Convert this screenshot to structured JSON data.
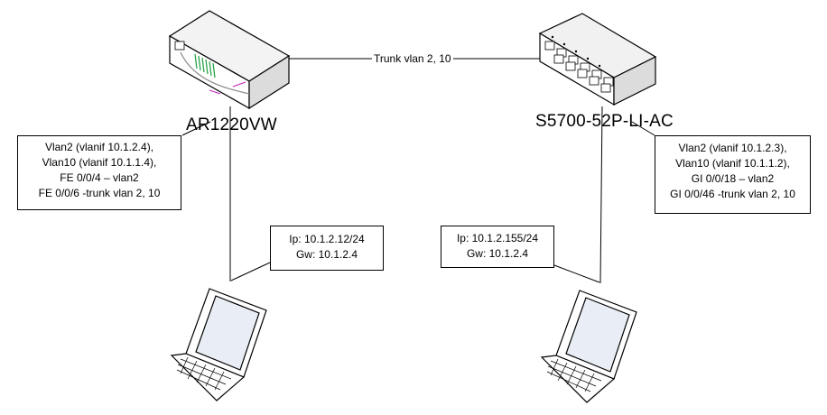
{
  "devices": {
    "router": {
      "name": "AR1220VW",
      "icon": "router-icon"
    },
    "switch": {
      "name": "S5700-52P-LI-AC",
      "icon": "switch-icon"
    },
    "laptop_left": {
      "icon": "laptop-icon"
    },
    "laptop_right": {
      "icon": "laptop-icon"
    }
  },
  "links": {
    "trunk": {
      "label": "Trunk vlan 2, 10"
    }
  },
  "notes": {
    "router_config": [
      "Vlan2 (vlanif 10.1.2.4),",
      "Vlan10 (vlanif 10.1.1.4),",
      "FE 0/0/4 – vlan2",
      "FE 0/0/6 -trunk vlan 2, 10"
    ],
    "switch_config": [
      "Vlan2 (vlanif 10.1.2.3),",
      "Vlan10 (vlanif 10.1.1.2),",
      "GI 0/0/18 – vlan2",
      "GI 0/0/46 -trunk vlan 2, 10"
    ],
    "left_pc": [
      "Ip: 10.1.2.12/24",
      "Gw: 10.1.2.4"
    ],
    "right_pc": [
      "Ip: 10.1.2.155/24",
      "Gw: 10.1.2.4"
    ]
  },
  "colors": {
    "line": "#000000",
    "screen": "#e9eef6",
    "port_green": "#20a040",
    "accent_magenta": "#c020c0"
  }
}
